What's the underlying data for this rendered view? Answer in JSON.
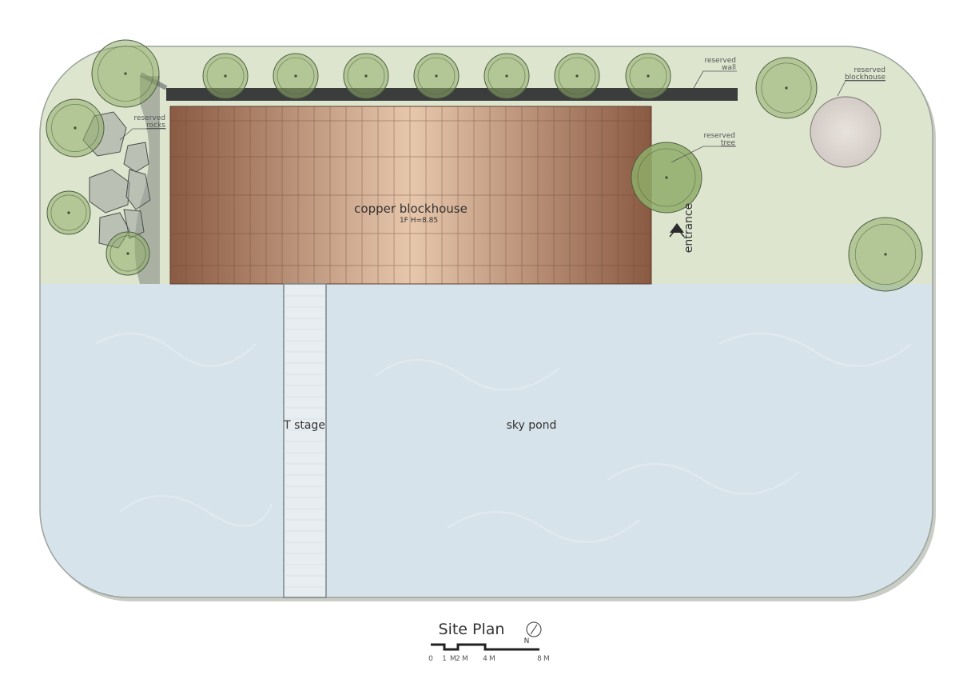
{
  "labels": {
    "reserved_wall": [
      "reserved",
      "wall"
    ],
    "reserved_blockhouse": [
      "reserved",
      "blockhouse"
    ],
    "reserved_rocks": [
      "reserved",
      "rocks"
    ],
    "reserved_tree": [
      "reserved",
      "tree"
    ],
    "building_name": "copper blockhouse",
    "building_height": "1F H=8.85",
    "entrance": "entrance",
    "t_stage": "T stage",
    "sky_pond": "sky pond"
  },
  "footer": {
    "title": "Site Plan",
    "north": "N",
    "scale_ticks": [
      "0",
      "1",
      "2",
      "4",
      "8"
    ],
    "scale_unit": "M"
  },
  "colors": {
    "ground": "#dde5cf",
    "water": "#d7e3ea",
    "copper": "#b98a70",
    "tree": "#8fad68",
    "wall": "#3b3d3d",
    "stone": "#d9d4d0"
  }
}
